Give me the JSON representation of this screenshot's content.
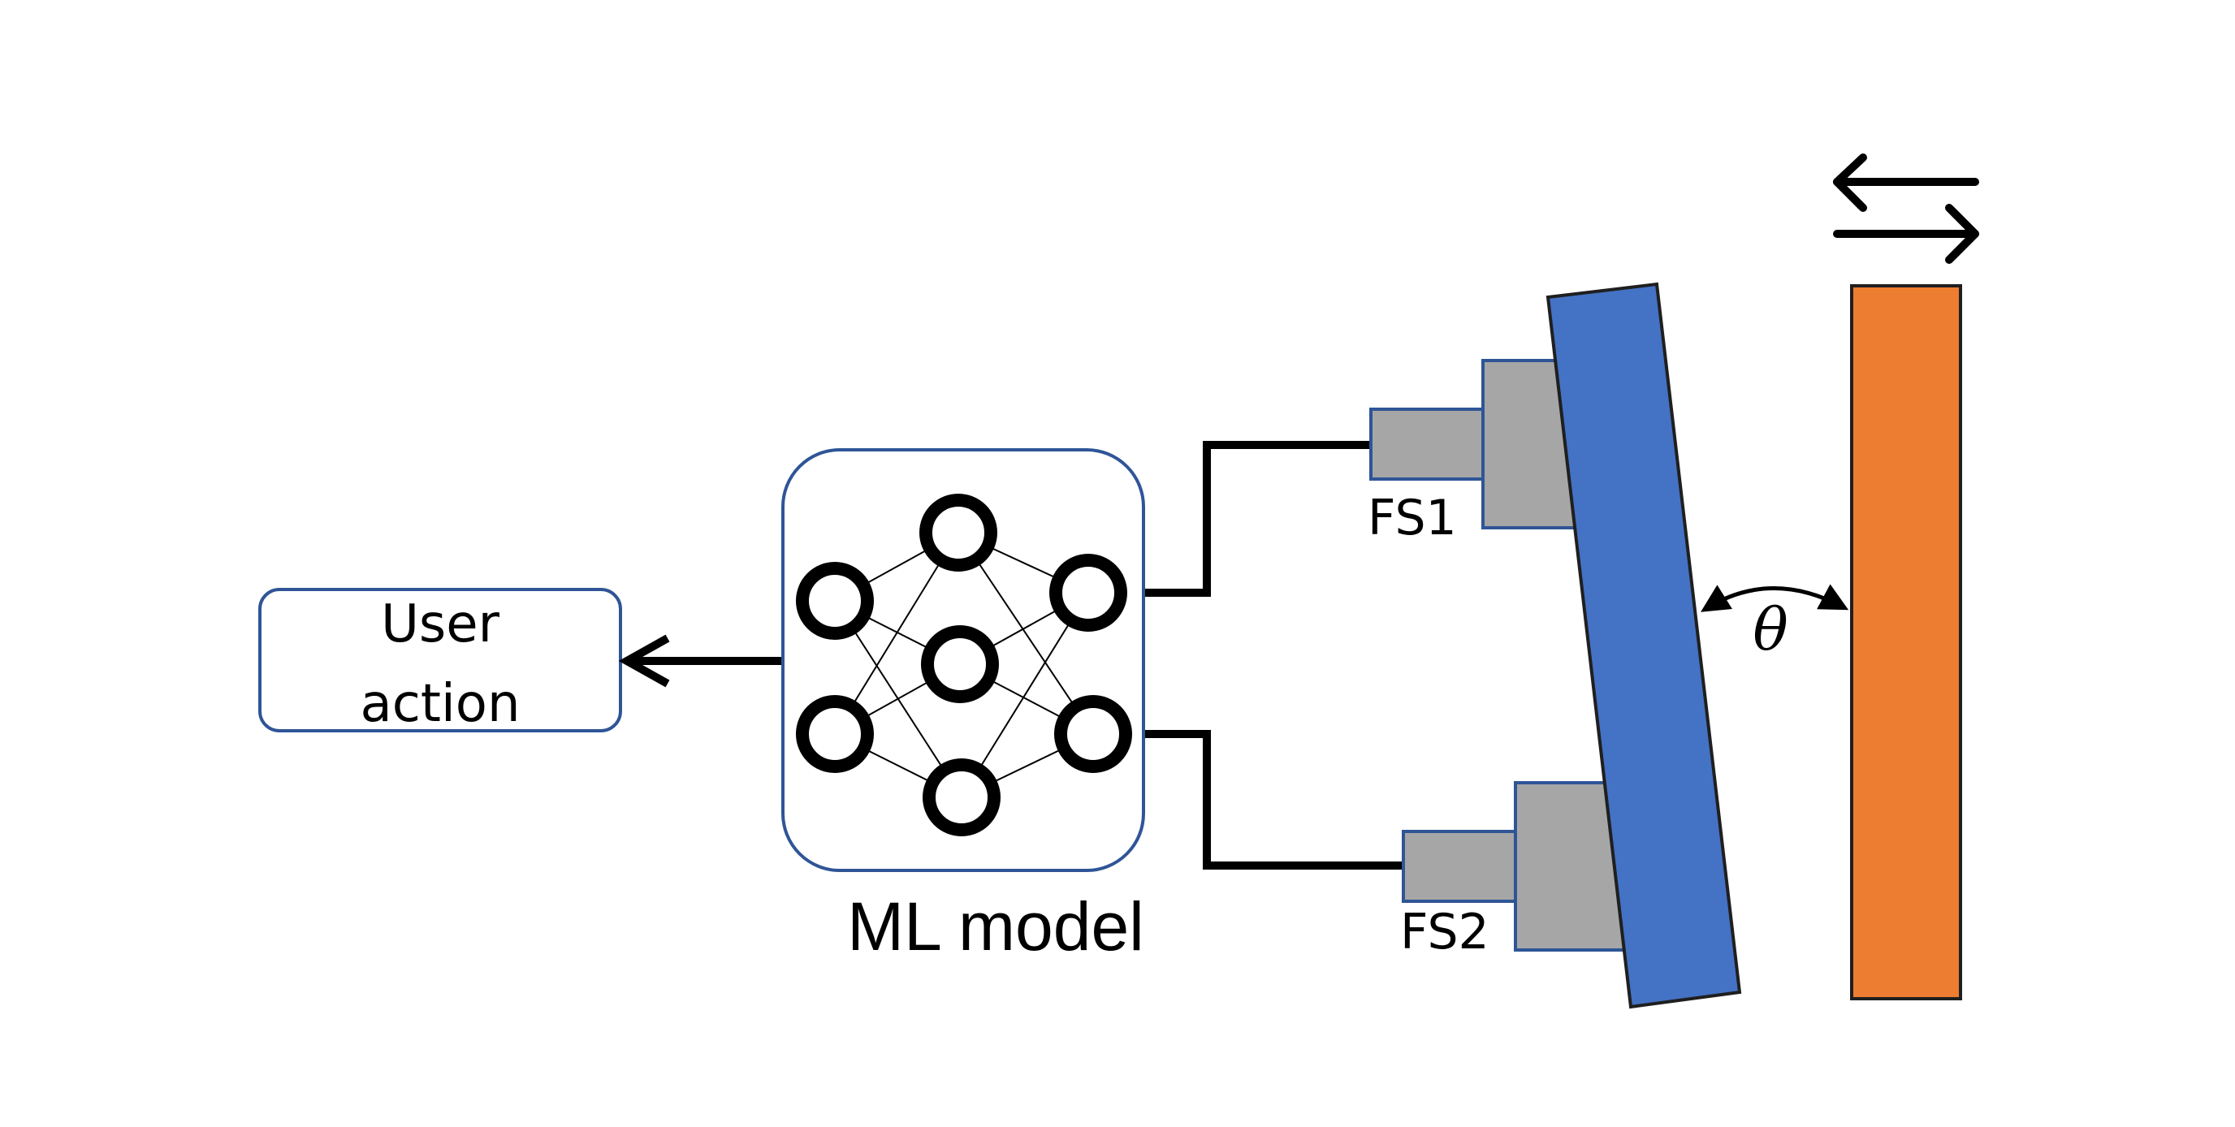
{
  "labels": {
    "user_action_line1": "User",
    "user_action_line2": "action",
    "ml_model": "ML model",
    "sensor1": "FS1",
    "sensor2": "FS2",
    "angle": "θ"
  },
  "colors": {
    "box_border": "#2f5597",
    "plate_blue": "#4472c4",
    "plate_orange": "#ed7d31",
    "sensor_gray": "#a6a6a6",
    "line": "#000000"
  },
  "icons": {
    "neural_network": "neural-network-icon",
    "motion_arrows": "bidirectional-arrows-icon"
  }
}
